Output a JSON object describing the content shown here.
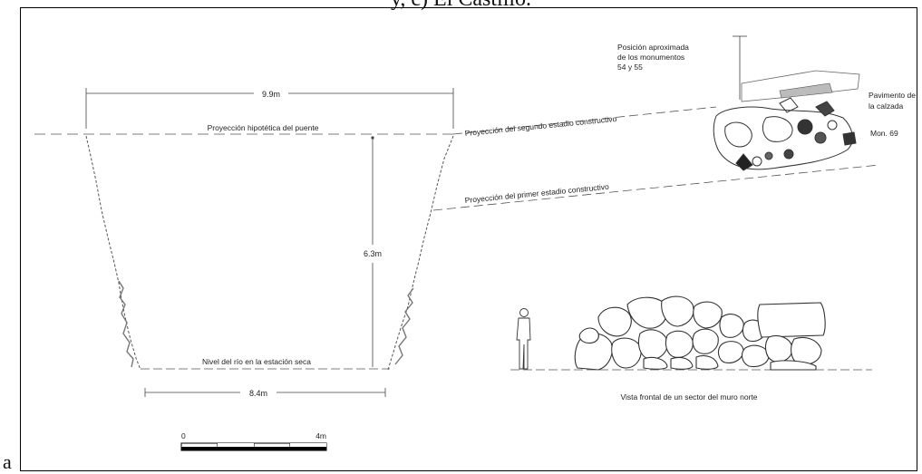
{
  "caption_top": "y, c) El Castillo.",
  "figure_letter": "a",
  "labels": {
    "width_top": "9.9m",
    "width_bottom": "8.4m",
    "height": "6.3m",
    "bridge_projection": "Proyección hipotética del puente",
    "river_level": "Nivel del río en la estación seca",
    "second_stage": "Proyección del segundo estadio constructivo",
    "first_stage": "Proyección del primer estadio constructivo",
    "monuments_line1": "Posición aproximada",
    "monuments_line2": "de los monumentos",
    "monuments_line3": "54 y 55",
    "pavement_line1": "Pavimento de",
    "pavement_line2": "la calzada",
    "mon_69": "Mon. 69",
    "wall_view": "Vista frontal de un sector del muro norte"
  },
  "scale_bar": {
    "start": "0",
    "end": "4m"
  }
}
